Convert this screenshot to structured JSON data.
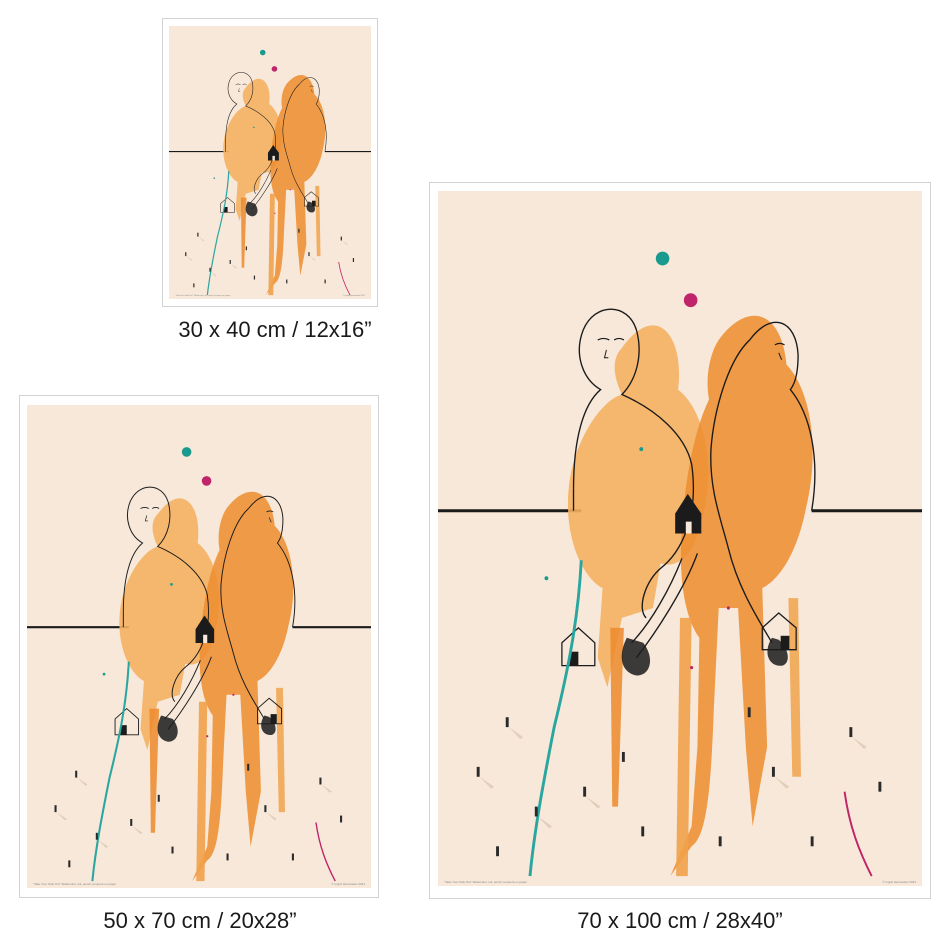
{
  "sizes": [
    {
      "label": "30 x 40 cm / 12x16”"
    },
    {
      "label": "50 x 70 cm / 20x28”"
    },
    {
      "label": "70 x 100 cm / 28x40”"
    }
  ],
  "credit_left": "\"Take Your Kids Out\" Watercolor, ink, pencil, tempera on paper",
  "credit_right": "© Ingrid Hernandez 2021",
  "colors": {
    "paper": "#f7e8d9",
    "orange": "#f0a24a",
    "orange_dark": "#ec8a2c",
    "teal": "#1a9a8e",
    "magenta": "#c0246a",
    "ink": "#1b1b1b"
  }
}
